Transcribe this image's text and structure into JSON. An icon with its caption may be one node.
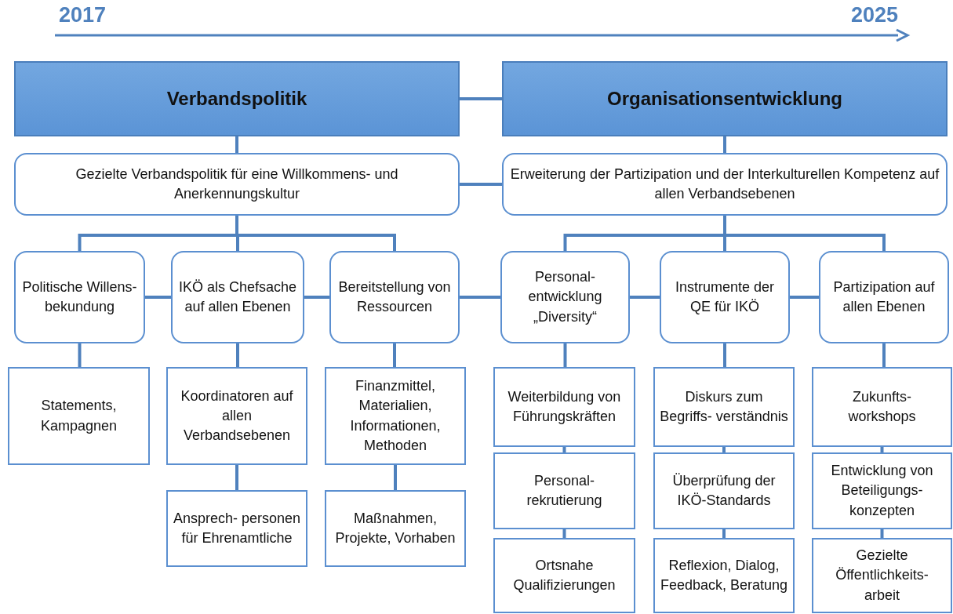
{
  "diagram": {
    "nodes": [
      {
        "text": [
          "Verbandspolitik"
        ]
      },
      {
        "text": [
          "Organisationsentwicklung"
        ]
      },
      {
        "text": [
          "Gezielte Verbandspolitik für eine Willkommens- und Anerkennungskultur"
        ]
      },
      {
        "text": [
          "Erweiterung der Partizipation und der Interkulturellen Kompetenz auf allen Verbandsebenen"
        ]
      },
      {
        "text": [
          "Politische Willens- bekundung"
        ]
      },
      {
        "text": [
          "IKÖ als Chefsache auf allen Ebenen"
        ]
      },
      {
        "text": [
          "Bereitstellung von Ressourcen"
        ]
      },
      {
        "text": [
          "Personal- entwicklung „Diversity“"
        ]
      },
      {
        "text": [
          "Instrumente der QE für IKÖ"
        ]
      },
      {
        "text": [
          "Partizipation auf allen Ebenen"
        ]
      },
      {
        "text": [
          "Statements, Kampagnen"
        ]
      },
      {
        "text": [
          "Koordinatoren auf allen Verbandsebenen"
        ]
      },
      {
        "text": [
          "Ansprech- personen für Ehrenamtliche"
        ]
      },
      {
        "text": [
          "Finanzmittel, Materialien, Informationen, Methoden"
        ]
      },
      {
        "text": [
          "Maßnahmen, Projekte, Vorhaben"
        ]
      },
      {
        "text": [
          "Weiterbildung von Führungskräften"
        ]
      },
      {
        "text": [
          "Personal- rekrutierung"
        ]
      },
      {
        "text": [
          "Ortsnahe Qualifizierungen"
        ]
      },
      {
        "text": [
          "Diskurs zum Begriffs- verständnis"
        ]
      },
      {
        "text": [
          "Überprüfung der IKÖ-Standards"
        ]
      },
      {
        "text": [
          "Reflexion, Dialog, Feedback, Beratung"
        ]
      },
      {
        "text": [
          "Zukunfts- workshops"
        ]
      },
      {
        "text": [
          "Entwicklung von Beteiligungs- konzepten"
        ]
      },
      {
        "text": [
          "Gezielte Öffentlichkeits- arbeit"
        ]
      }
    ],
    "edges": [
      {
        "from": 0,
        "to": 1,
        "arrow": "none"
      },
      {
        "from": 0,
        "to": 2,
        "arrow": "none"
      },
      {
        "from": 1,
        "to": 3,
        "arrow": "none"
      },
      {
        "from": 2,
        "to": 3,
        "arrow": "none"
      },
      {
        "from": 2,
        "to": 4,
        "arrow": "none"
      },
      {
        "from": 2,
        "to": 5,
        "arrow": "none"
      },
      {
        "from": 2,
        "to": 6,
        "arrow": "none"
      },
      {
        "from": 3,
        "to": 7,
        "arrow": "none"
      },
      {
        "from": 3,
        "to": 8,
        "arrow": "none"
      },
      {
        "from": 3,
        "to": 9,
        "arrow": "none"
      },
      {
        "from": 4,
        "to": 5,
        "arrow": "none"
      },
      {
        "from": 5,
        "to": 6,
        "arrow": "none"
      },
      {
        "from": 6,
        "to": 7,
        "arrow": "none"
      },
      {
        "from": 7,
        "to": 8,
        "arrow": "none"
      },
      {
        "from": 8,
        "to": 9,
        "arrow": "none"
      },
      {
        "from": 4,
        "to": 10,
        "arrow": "none"
      },
      {
        "from": 5,
        "to": 11,
        "arrow": "none"
      },
      {
        "from": 11,
        "to": 12,
        "arrow": "none"
      },
      {
        "from": 6,
        "to": 13,
        "arrow": "none"
      },
      {
        "from": 13,
        "to": 14,
        "arrow": "none"
      },
      {
        "from": 7,
        "to": 15,
        "arrow": "none"
      },
      {
        "from": 15,
        "to": 16,
        "arrow": "none"
      },
      {
        "from": 16,
        "to": 17,
        "arrow": "none"
      },
      {
        "from": 8,
        "to": 18,
        "arrow": "none"
      },
      {
        "from": 18,
        "to": 19,
        "arrow": "none"
      },
      {
        "from": 19,
        "to": 20,
        "arrow": "none"
      },
      {
        "from": 9,
        "to": 21,
        "arrow": "none"
      },
      {
        "from": 21,
        "to": 22,
        "arrow": "none"
      },
      {
        "from": 22,
        "to": 23,
        "arrow": "none"
      }
    ],
    "labels": [
      "2017",
      "2025"
    ]
  }
}
